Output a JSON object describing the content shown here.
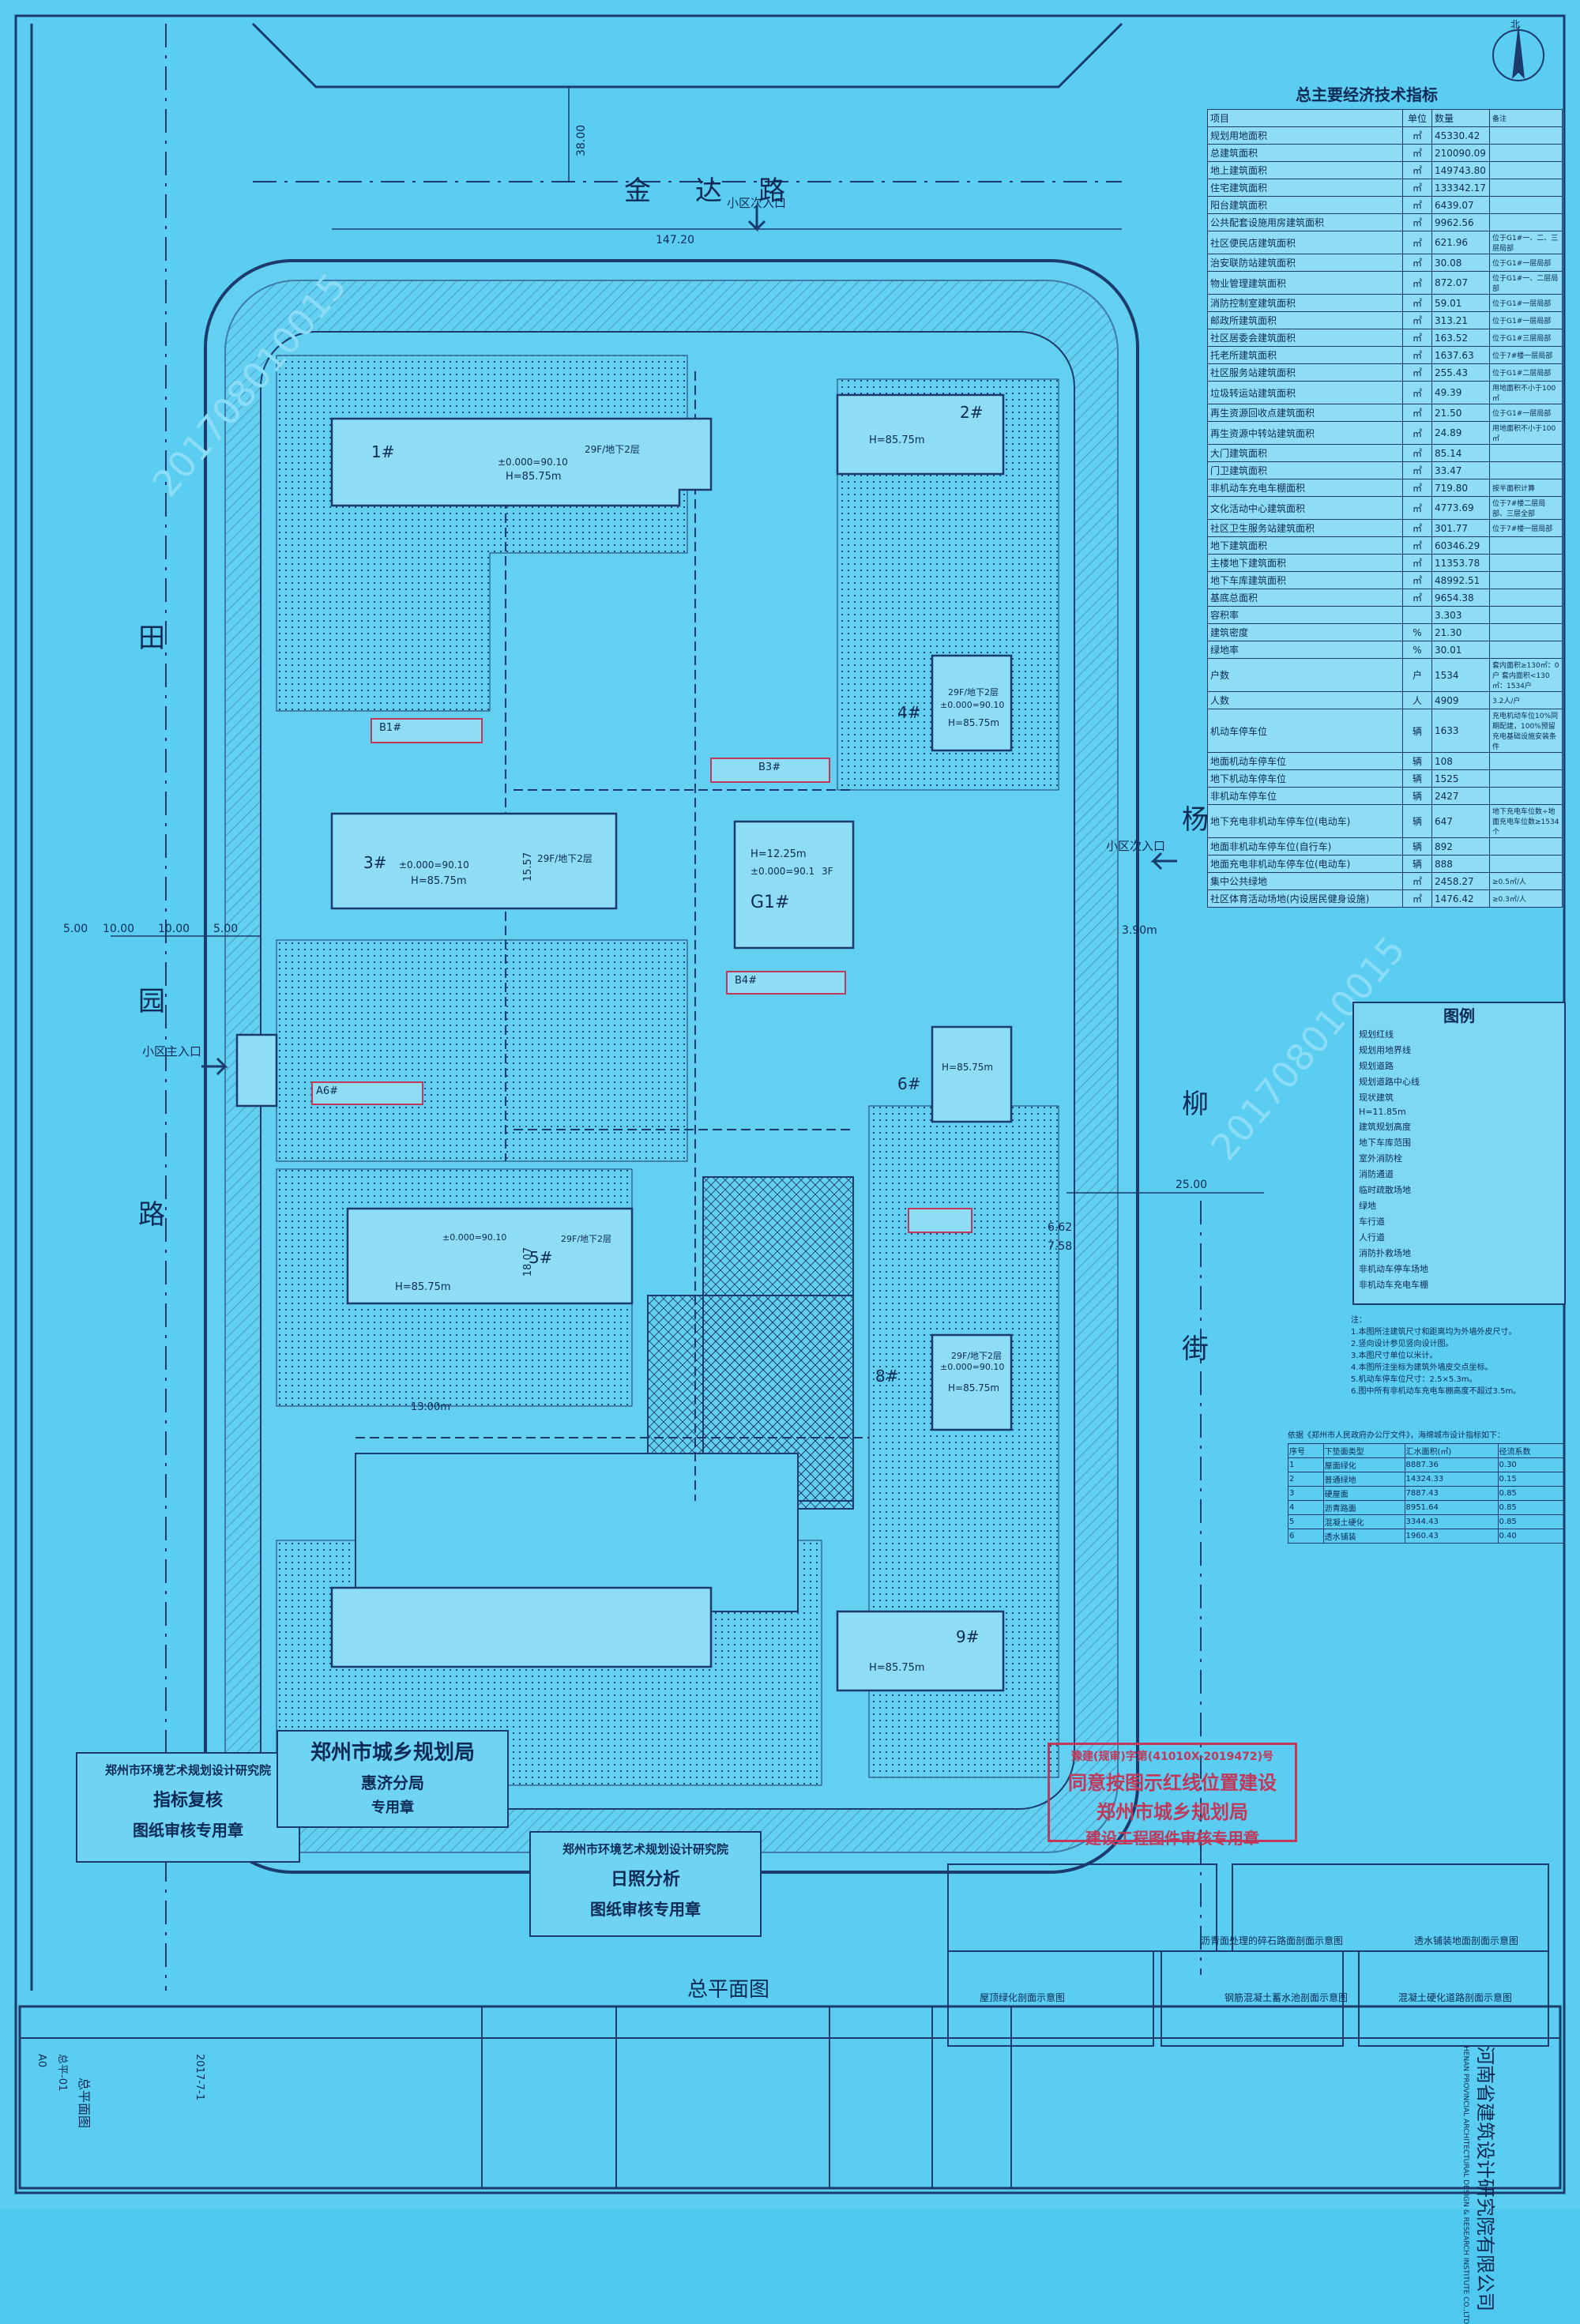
{
  "roads": {
    "north": [
      "金",
      "达",
      "路"
    ],
    "west": [
      "田",
      "园",
      "路"
    ],
    "east": [
      "杨",
      "柳",
      "街"
    ]
  },
  "entrances": {
    "north": "小区次入口",
    "east": "小区次入口",
    "west": "小区主入口"
  },
  "dims": {
    "top_width": "147.20",
    "d1": "5.00",
    "d2": "10.00",
    "d3": "10.00",
    "d4": "5.00",
    "d5": "13.00",
    "d6": "38.00",
    "d7": "25.00",
    "d8": "3.90m",
    "d9": "6.62",
    "d10": "7.58",
    "d11": "15.57",
    "d12": "18.07",
    "d13": "13.00m"
  },
  "buildings": [
    {
      "id": "1#",
      "floors": "29F/地下2层",
      "h": "H=85.75m",
      "elev": "±0.000=90.10"
    },
    {
      "id": "2#",
      "floors": "",
      "h": "H=85.75m",
      "elev": ""
    },
    {
      "id": "3#",
      "floors": "29F/地下2层",
      "h": "H=85.75m",
      "elev": "±0.000=90.10"
    },
    {
      "id": "4#",
      "floors": "29F/地下2层",
      "h": "H=85.75m",
      "elev": "±0.000=90.10"
    },
    {
      "id": "5#",
      "floors": "29F/地下2层",
      "h": "H=85.75m",
      "elev": "±0.000=90.10"
    },
    {
      "id": "6#",
      "floors": "",
      "h": "H=85.75m",
      "elev": ""
    },
    {
      "id": "8#",
      "floors": "29F/地下2层",
      "h": "H=85.75m",
      "elev": "±0.000=90.10"
    },
    {
      "id": "9#",
      "floors": "",
      "h": "H=85.75m",
      "elev": ""
    },
    {
      "id": "G1#",
      "floors": "3F",
      "h": "H=12.25m",
      "elev": "±0.000=90.1"
    }
  ],
  "small_blocks": [
    "B1#",
    "B3#",
    "B4#",
    "A6#"
  ],
  "table": {
    "title": "总主要经济技术指标",
    "headers": [
      "项目",
      "单位",
      "数量",
      "备注"
    ],
    "rows": [
      {
        "item": "规划用地面积",
        "unit": "㎡",
        "val": "45330.42",
        "note": ""
      },
      {
        "item": "总建筑面积",
        "unit": "㎡",
        "val": "210090.09",
        "note": ""
      },
      {
        "item": "地上建筑面积",
        "unit": "㎡",
        "val": "149743.80",
        "note": ""
      },
      {
        "item": "住宅建筑面积",
        "unit": "㎡",
        "val": "133342.17",
        "note": ""
      },
      {
        "item": "阳台建筑面积",
        "unit": "㎡",
        "val": "6439.07",
        "note": ""
      },
      {
        "item": "公共配套设施用房建筑面积",
        "unit": "㎡",
        "val": "9962.56",
        "note": ""
      },
      {
        "item": "社区便民店建筑面积",
        "unit": "㎡",
        "val": "621.96",
        "note": "位于G1#一、二、三层局部"
      },
      {
        "item": "治安联防站建筑面积",
        "unit": "㎡",
        "val": "30.08",
        "note": "位于G1#一层局部"
      },
      {
        "item": "物业管理建筑面积",
        "unit": "㎡",
        "val": "872.07",
        "note": "位于G1#一、二层局部"
      },
      {
        "item": "消防控制室建筑面积",
        "unit": "㎡",
        "val": "59.01",
        "note": "位于G1#一层局部"
      },
      {
        "item": "邮政所建筑面积",
        "unit": "㎡",
        "val": "313.21",
        "note": "位于G1#一层局部"
      },
      {
        "item": "社区居委会建筑面积",
        "unit": "㎡",
        "val": "163.52",
        "note": "位于G1#三层局部"
      },
      {
        "item": "托老所建筑面积",
        "unit": "㎡",
        "val": "1637.63",
        "note": "位于7#楼一层局部"
      },
      {
        "item": "社区服务站建筑面积",
        "unit": "㎡",
        "val": "255.43",
        "note": "位于G1#二层局部"
      },
      {
        "item": "垃圾转运站建筑面积",
        "unit": "㎡",
        "val": "49.39",
        "note": "用地面积不小于100㎡"
      },
      {
        "item": "再生资源回收点建筑面积",
        "unit": "㎡",
        "val": "21.50",
        "note": "位于G1#一层局部"
      },
      {
        "item": "再生资源中转站建筑面积",
        "unit": "㎡",
        "val": "24.89",
        "note": "用地面积不小于100㎡"
      },
      {
        "item": "大门建筑面积",
        "unit": "㎡",
        "val": "85.14",
        "note": ""
      },
      {
        "item": "门卫建筑面积",
        "unit": "㎡",
        "val": "33.47",
        "note": ""
      },
      {
        "item": "非机动车充电车棚面积",
        "unit": "㎡",
        "val": "719.80",
        "note": "按半面积计算"
      },
      {
        "item": "文化活动中心建筑面积",
        "unit": "㎡",
        "val": "4773.69",
        "note": "位于7#楼二层局部、三层全部"
      },
      {
        "item": "社区卫生服务站建筑面积",
        "unit": "㎡",
        "val": "301.77",
        "note": "位于7#楼一层局部"
      },
      {
        "item": "地下建筑面积",
        "unit": "㎡",
        "val": "60346.29",
        "note": ""
      },
      {
        "item": "主楼地下建筑面积",
        "unit": "㎡",
        "val": "11353.78",
        "note": ""
      },
      {
        "item": "地下车库建筑面积",
        "unit": "㎡",
        "val": "48992.51",
        "note": ""
      },
      {
        "item": "基底总面积",
        "unit": "㎡",
        "val": "9654.38",
        "note": ""
      },
      {
        "item": "容积率",
        "unit": "",
        "val": "3.303",
        "note": ""
      },
      {
        "item": "建筑密度",
        "unit": "%",
        "val": "21.30",
        "note": ""
      },
      {
        "item": "绿地率",
        "unit": "%",
        "val": "30.01",
        "note": ""
      },
      {
        "item": "户数",
        "unit": "户",
        "val": "1534",
        "note": "套内面积≥130㎡：0户  套内面积<130㎡：1534户"
      },
      {
        "item": "人数",
        "unit": "人",
        "val": "4909",
        "note": "3.2人/户"
      },
      {
        "item": "机动车停车位",
        "unit": "辆",
        "val": "1633",
        "note": "充电机动车位10%同期配建，100%预留充电基础设施安装条件"
      },
      {
        "item": "地面机动车停车位",
        "unit": "辆",
        "val": "108",
        "note": ""
      },
      {
        "item": "地下机动车停车位",
        "unit": "辆",
        "val": "1525",
        "note": ""
      },
      {
        "item": "非机动车停车位",
        "unit": "辆",
        "val": "2427",
        "note": ""
      },
      {
        "item": "地下充电非机动车停车位(电动车)",
        "unit": "辆",
        "val": "647",
        "note": "地下充电车位数÷地面充电车位数≥1534个"
      },
      {
        "item": "地面非机动车停车位(自行车)",
        "unit": "辆",
        "val": "892",
        "note": ""
      },
      {
        "item": "地面充电非机动车停车位(电动车)",
        "unit": "辆",
        "val": "888",
        "note": ""
      },
      {
        "item": "集中公共绿地",
        "unit": "㎡",
        "val": "2458.27",
        "note": "≥0.5㎡/人"
      },
      {
        "item": "社区体育活动场地(内设居民健身设施)",
        "unit": "㎡",
        "val": "1476.42",
        "note": "≥0.3㎡/人"
      }
    ]
  },
  "legend": {
    "title": "图例",
    "items": [
      "规划红线",
      "规划用地界线",
      "规划道路",
      "规划道路中心线",
      "现状建筑",
      "H=11.85m",
      "建筑规划高度",
      "地下车库范围",
      "室外消防栓",
      "消防通道",
      "临时疏散场地",
      "绿地",
      "车行道",
      "人行道",
      "消防扑救场地",
      "非机动车停车场地",
      "非机动车充电车棚"
    ]
  },
  "notes_title": "注：",
  "notes": [
    "1.本图所注建筑尺寸和距离均为外墙外皮尺寸。",
    "2.竖向设计参见竖向设计图。",
    "3.本图尺寸单位以米计。",
    "4.本图所注坐标为建筑外墙皮交点坐标。",
    "5.机动车停车位尺寸：2.5×5.3m。",
    "6.图中所有非机动车充电车棚高度不超过3.5m。"
  ],
  "ratio_title": "依据《郑州市人民政府办公厅文件》，海绵城市设计指标如下：",
  "ratio_headers": [
    "序号",
    "下垫面类型",
    "汇水面积(㎡)",
    "径流系数"
  ],
  "ratio_rows": [
    [
      "1",
      "屋面绿化",
      "8887.36",
      "0.30"
    ],
    [
      "2",
      "普通绿地",
      "14324.33",
      "0.15"
    ],
    [
      "3",
      "硬屋面",
      "7887.43",
      "0.85"
    ],
    [
      "4",
      "沥青路面",
      "8951.64",
      "0.85"
    ],
    [
      "5",
      "混凝土硬化",
      "3344.43",
      "0.85"
    ],
    [
      "6",
      "透水铺装",
      "1960.43",
      "0.40"
    ]
  ],
  "stamps": {
    "planning_bureau": "郑州市城乡规划局",
    "sub_bureau": "惠济分局",
    "seal_text": "专用章",
    "red_top": "同意按图示红线位置建设",
    "red_bureau": "郑州市城乡规划局",
    "red_sub": "建设工程图件审核专用章",
    "red_code": "豫建(规审)字第(41010X-2019472)号",
    "inst1_name": "郑州市环境艺术规划设计研究院",
    "inst1_l2": "指标复核",
    "inst1_l3": "图纸审核专用章",
    "inst2_name": "郑州市环境艺术规划设计研究院",
    "inst2_l2": "日照分析",
    "inst2_l3": "图纸审核专用章"
  },
  "details": [
    "沥青面处理的碎石路面剖面示意图",
    "透水铺装地面剖面示意图",
    "屋顶绿化剖面示意图",
    "钢筋混凝土蓄水池剖面示意图",
    "混凝土硬化道路剖面示意图"
  ],
  "drawing_title": "总平面图",
  "north_label": "北",
  "titleblock": {
    "company": "河南省建筑设计研究院有限公司",
    "company_en": "HENAN PROVINCIAL ARCHITECTURAL DESIGN & RESEARCH INSTITUTE CO.,LTD",
    "sheet_title": "总平面图",
    "date": "2017-7-1",
    "scale": "A0",
    "sheet_no": "总平-01"
  },
  "watermark": "201708010015"
}
